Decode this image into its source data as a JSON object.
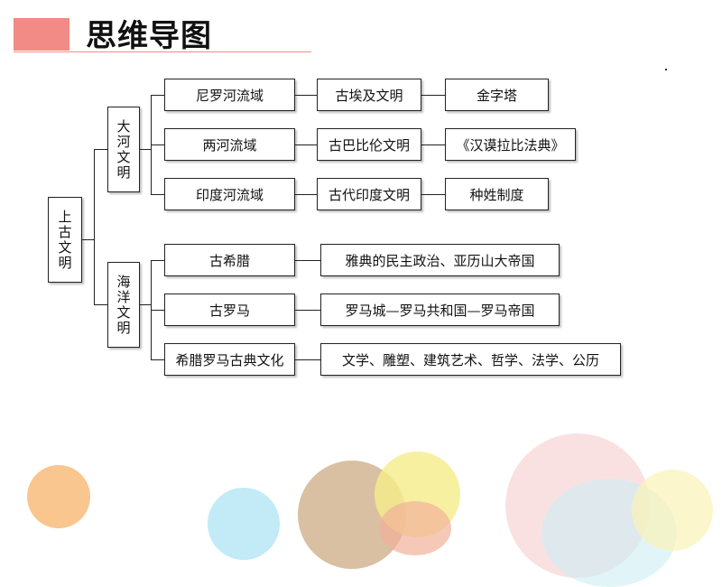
{
  "title": "思维导图",
  "root": {
    "label": "上古文明"
  },
  "branches": [
    {
      "label": "大河文明",
      "items": [
        {
          "region": "尼罗河流域",
          "civilization": "古埃及文明",
          "achievement": "金字塔"
        },
        {
          "region": "两河流域",
          "civilization": "古巴比伦文明",
          "achievement": "《汉谟拉比法典》"
        },
        {
          "region": "印度河流域",
          "civilization": "古代印度文明",
          "achievement": "种姓制度"
        }
      ]
    },
    {
      "label": "海洋文明",
      "items": [
        {
          "region": "古希腊",
          "achievement": "雅典的民主政治、亚历山大帝国"
        },
        {
          "region": "古罗马",
          "achievement": "罗马城—罗马共和国—罗马帝国"
        },
        {
          "region": "希腊罗马古典文化",
          "achievement": "文学、雕塑、建筑艺术、哲学、法学、公历"
        }
      ]
    }
  ],
  "colors": {
    "accent": "#f28b85",
    "line": "#222222"
  }
}
